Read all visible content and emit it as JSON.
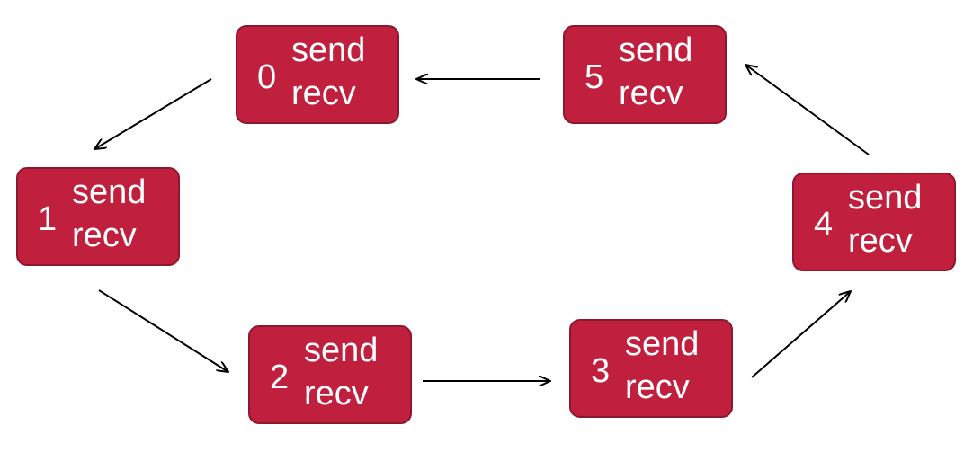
{
  "colors": {
    "node_fill": "#c0203e",
    "node_border": "#8c1830",
    "text": "#ffffff",
    "arrow": "#000000"
  },
  "nodes": [
    {
      "rank": "0",
      "send": "send",
      "recv": "recv"
    },
    {
      "rank": "1",
      "send": "send",
      "recv": "recv"
    },
    {
      "rank": "2",
      "send": "send",
      "recv": "recv"
    },
    {
      "rank": "3",
      "send": "send",
      "recv": "recv"
    },
    {
      "rank": "4",
      "send": "send",
      "recv": "recv"
    },
    {
      "rank": "5",
      "send": "send",
      "recv": "recv"
    }
  ],
  "edges": [
    {
      "from": "0",
      "to": "1"
    },
    {
      "from": "1",
      "to": "2"
    },
    {
      "from": "2",
      "to": "3"
    },
    {
      "from": "3",
      "to": "4"
    },
    {
      "from": "4",
      "to": "5"
    },
    {
      "from": "5",
      "to": "0"
    }
  ]
}
